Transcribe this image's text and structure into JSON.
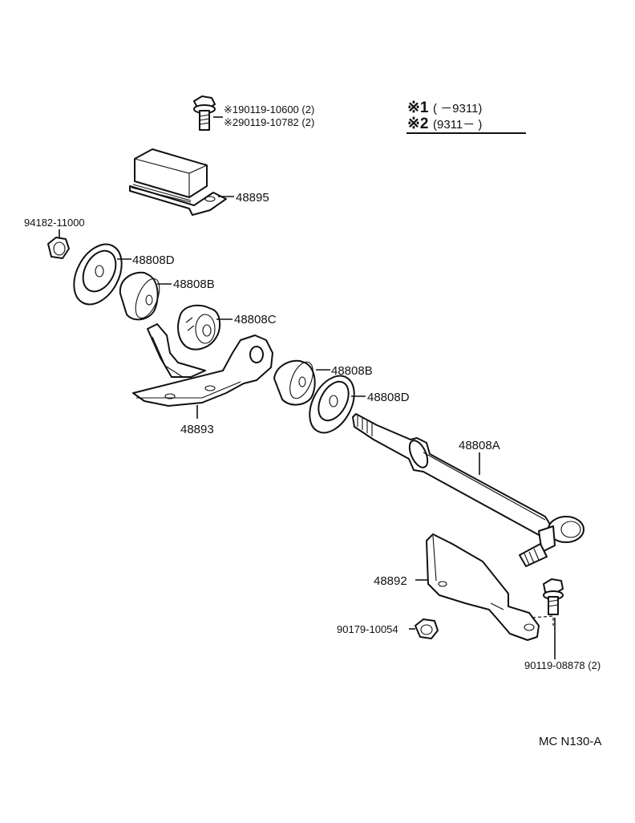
{
  "legend": {
    "note1_mark": "※1",
    "note1_text": "(      －9311)",
    "note2_mark": "※2",
    "note2_text": "(9311－      )"
  },
  "bolt_callout": {
    "line1": "※190119-10600 (2)",
    "line2": "※290119-10782 (2)"
  },
  "labels": {
    "p48895": "48895",
    "p94182": "94182-11000",
    "p48808D_top": "48808D",
    "p48808B_top": "48808B",
    "p48808C": "48808C",
    "p48808B_mid": "48808B",
    "p48808D_mid": "48808D",
    "p48893": "48893",
    "p48808A": "48808A",
    "p48892": "48892",
    "p90179": "90179-10054",
    "p90119": "90119-08878 (2)"
  },
  "diagram_code": "MC N130-A"
}
